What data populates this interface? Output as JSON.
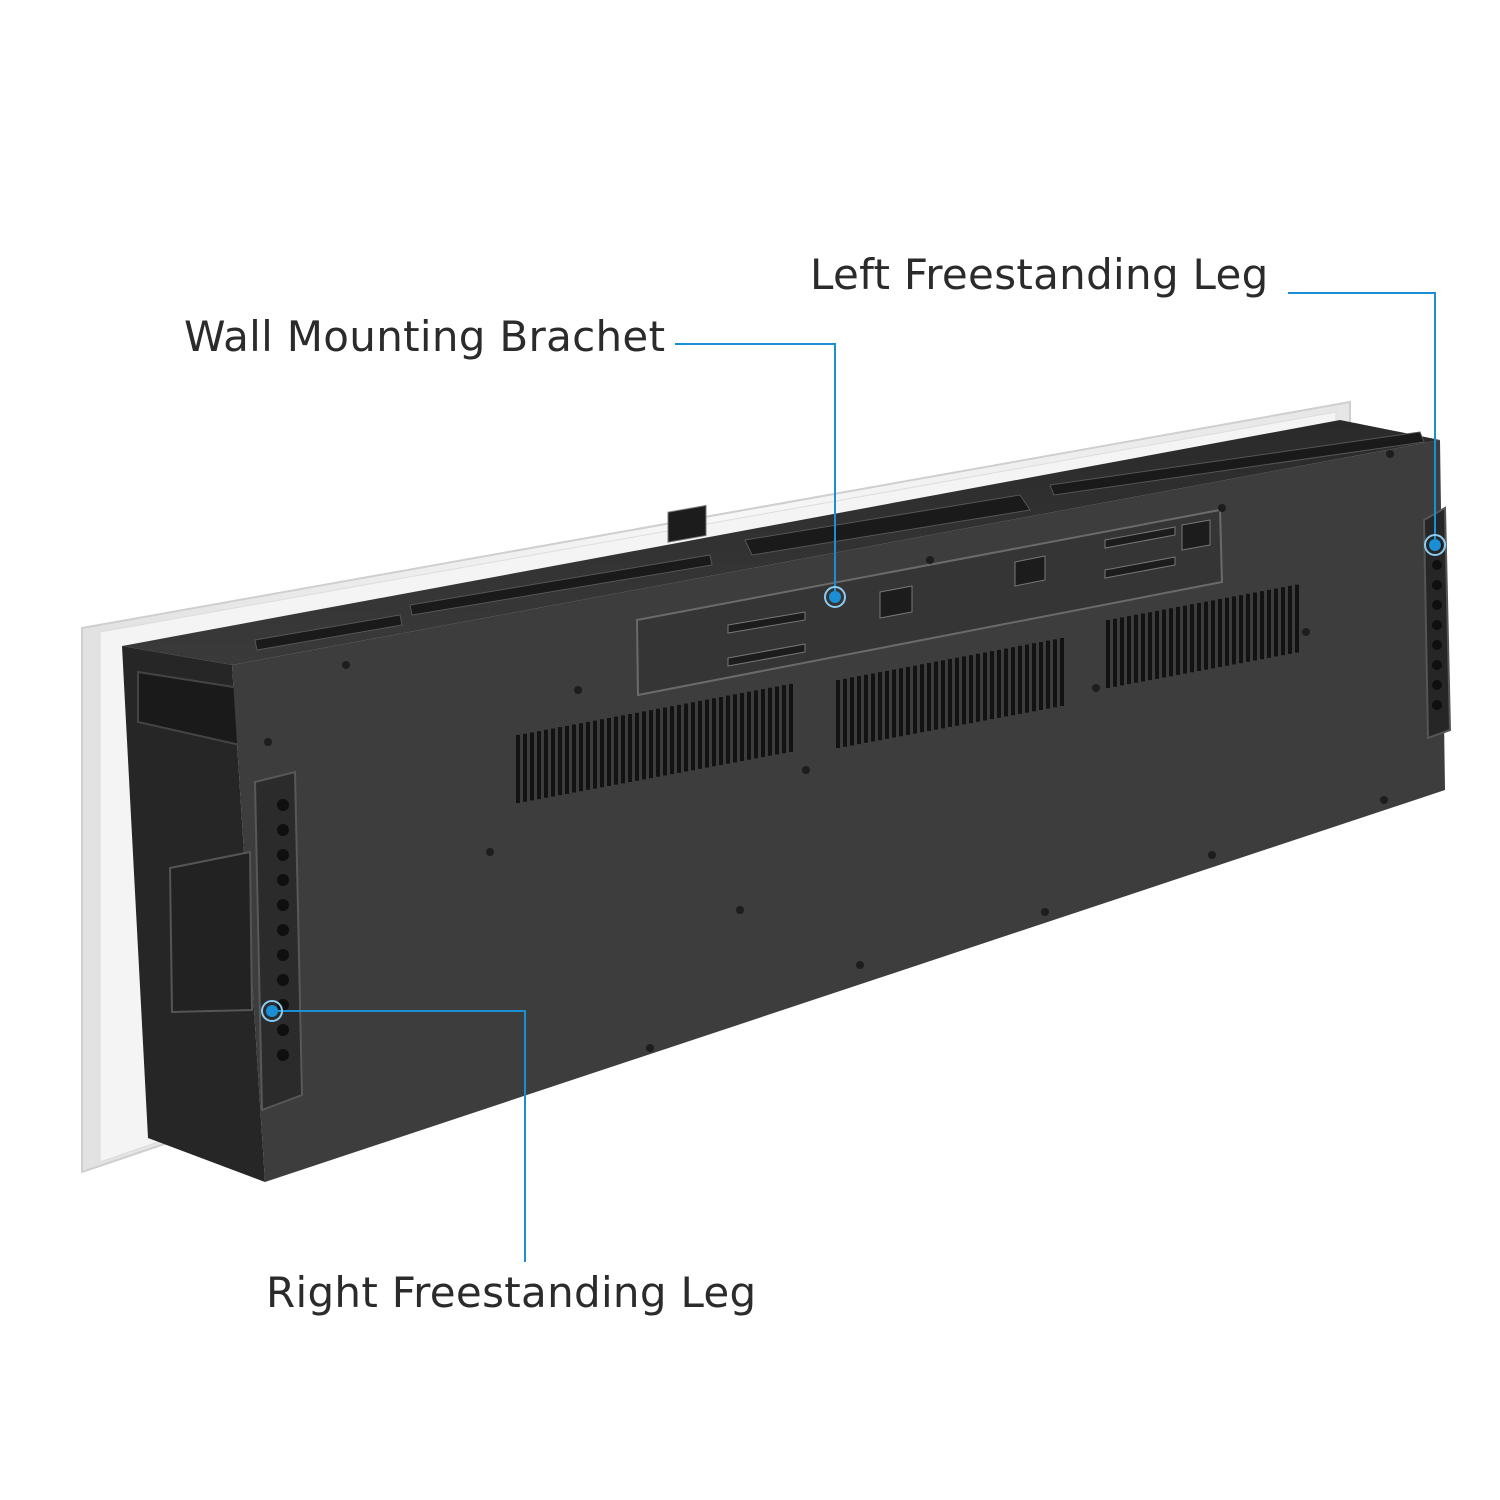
{
  "callouts": {
    "left_leg": {
      "label": "Left Freestanding Leg"
    },
    "wall_bracket": {
      "label": "Wall Mounting Brachet"
    },
    "right_leg": {
      "label": "Right Freestanding Leg"
    }
  },
  "colors": {
    "leader_line": "#1a8fd6",
    "body": "#3c3c3c",
    "frame": "#eeeeee",
    "label_text": "#2b2b2b"
  }
}
